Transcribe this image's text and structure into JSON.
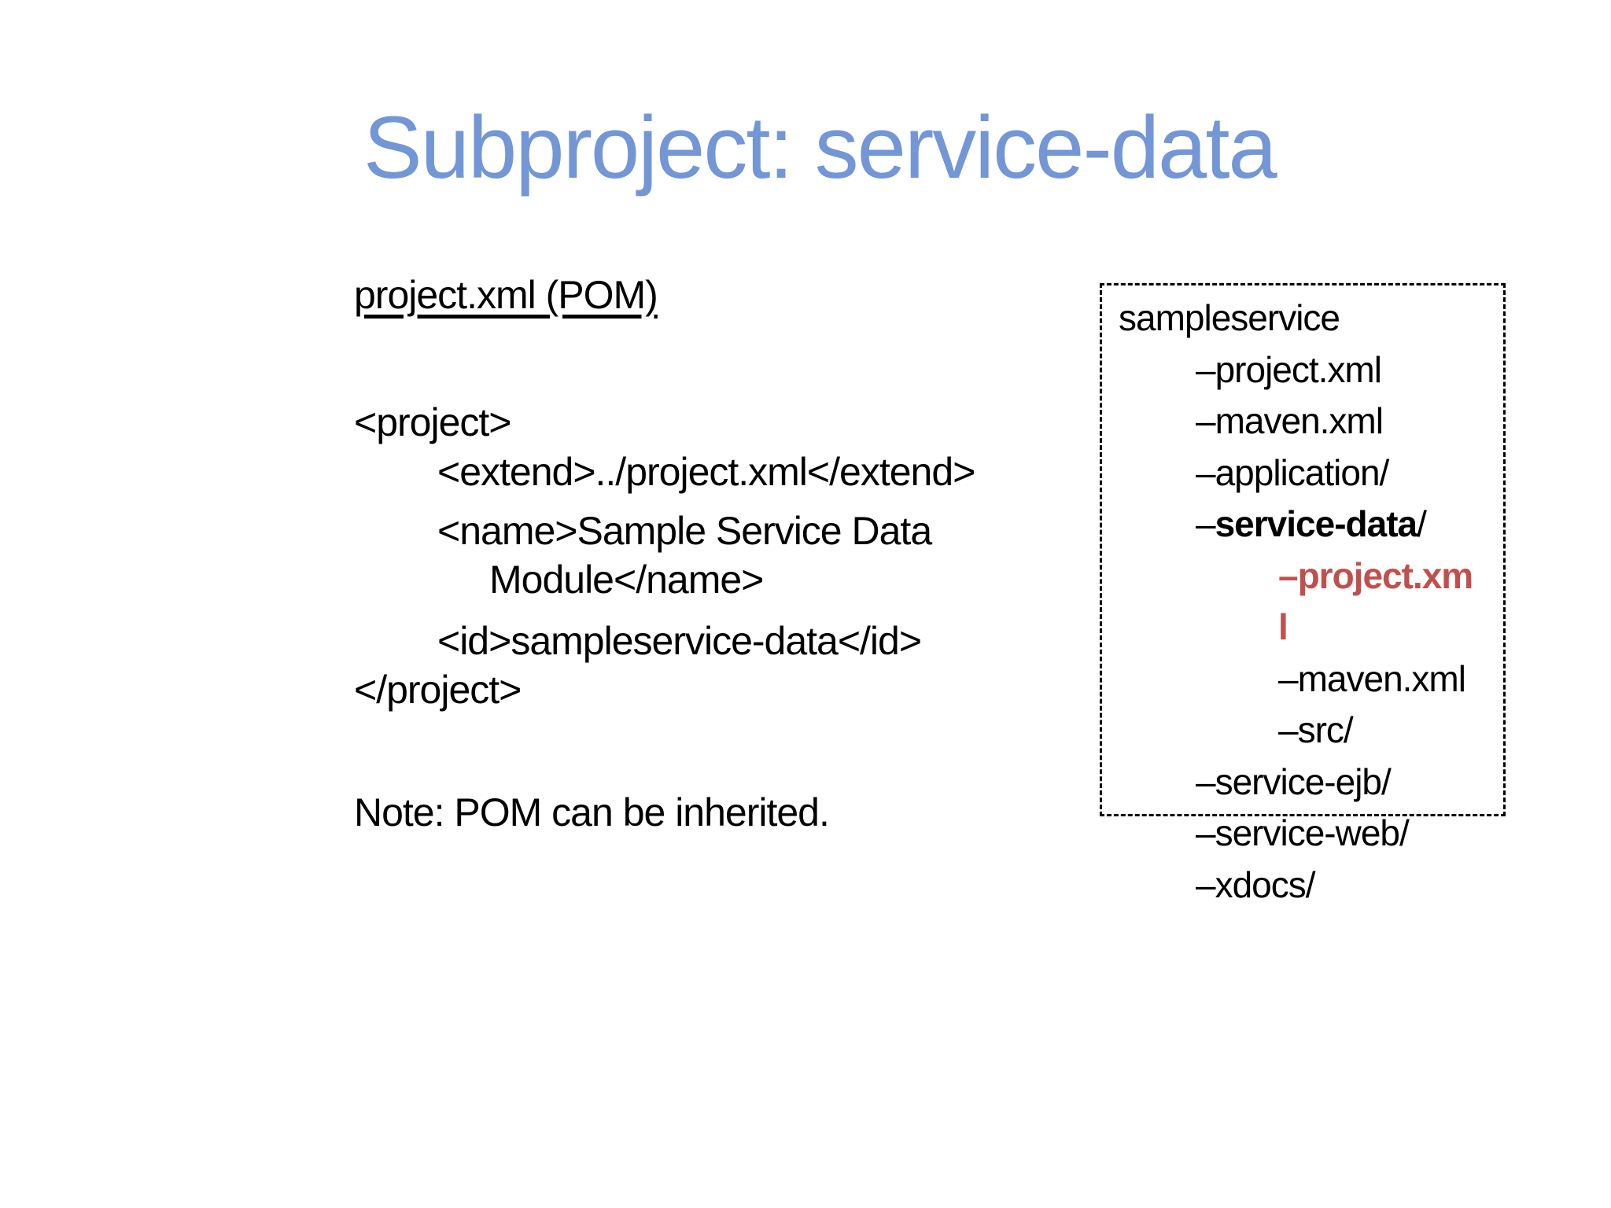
{
  "slide": {
    "title": "Subproject: service-data",
    "left_panel": {
      "heading": "project.xml (POM)",
      "code_lines": [
        {
          "text": "<project>"
        },
        {
          "text": "<extend>../project.xml</extend>"
        },
        {
          "text": "<name>Sample Service Data"
        },
        {
          "text": "Module</name>"
        },
        {
          "text": "<id>sampleservice-data</id>"
        },
        {
          "text": "</project>"
        }
      ],
      "note": "Note: POM can be inherited."
    },
    "file_tree": {
      "root": "sampleservice",
      "items": [
        {
          "label": "–project.xml",
          "level": 1
        },
        {
          "label": "–maven.xml",
          "level": 1
        },
        {
          "label": "–application/",
          "level": 1
        },
        {
          "dash": "–",
          "name": "service-data",
          "slash": "/",
          "level": 1,
          "emphasis": "bold"
        },
        {
          "label": "–project.xm",
          "level": 2,
          "emphasis": "bold-red"
        },
        {
          "label": "l",
          "level": 2,
          "emphasis": "bold-red"
        },
        {
          "label": "–maven.xml",
          "level": 2
        },
        {
          "label": "–src/",
          "level": 2
        },
        {
          "label": "–service-ejb/",
          "level": 1
        },
        {
          "label": "–service-web/",
          "level": 1
        },
        {
          "label": "–xdocs/",
          "level": 1
        }
      ]
    },
    "colors": {
      "title_blue": "#7296d6",
      "accent_red": "#c0504d",
      "text_black": "#000000"
    }
  }
}
